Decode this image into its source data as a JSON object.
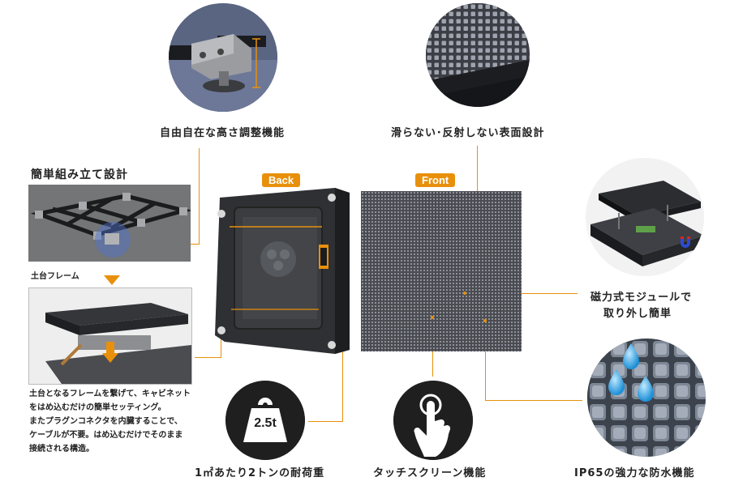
{
  "labels": {
    "height_adjust": "自由自在な高さ調整機能",
    "anti_slip": "滑らない･反射しない表面設計",
    "easy_assembly": "簡単組み立て設計",
    "base_frame": "土台フレーム",
    "magnetic_module_line1": "磁力式モジュールで",
    "magnetic_module_line2": "取り外し簡単",
    "load_capacity": "1㎡あたり2トンの耐荷重",
    "touch_screen": "タッチスクリーン機能",
    "waterproof": "IP65の強力な防水機能"
  },
  "tags": {
    "back": "Back",
    "front": "Front"
  },
  "weight_badge": "2.5t",
  "assembly_note": [
    "土台となるフレームを繋げて、キャビネット",
    "をはめ込むだけの簡単セッティング。",
    "またプラグンコネクタを内臓することで、",
    "ケーブルが不要。はめ込むだけでそのまま",
    "接続される構造。"
  ],
  "colors": {
    "accent": "#e8900c",
    "panel_dark": "#2a2b2e"
  },
  "icons": [
    "magnet-icon",
    "weight-icon",
    "touch-hand-icon",
    "water-drop-icon"
  ]
}
